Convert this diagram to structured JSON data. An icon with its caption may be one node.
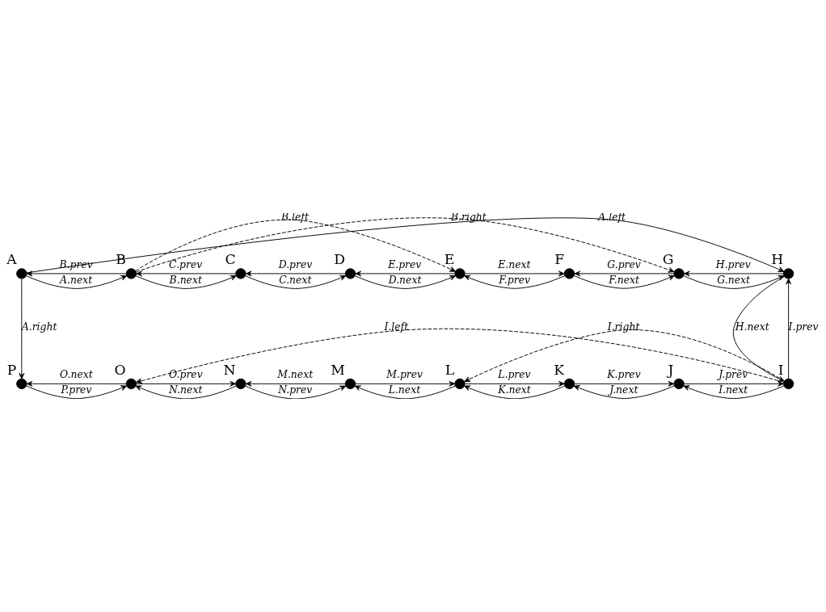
{
  "diagram": {
    "nodes": [
      {
        "text": [
          "A"
        ]
      },
      {
        "text": [
          "B"
        ]
      },
      {
        "text": [
          "C"
        ]
      },
      {
        "text": [
          "D"
        ]
      },
      {
        "text": [
          "E"
        ]
      },
      {
        "text": [
          "F"
        ]
      },
      {
        "text": [
          "G"
        ]
      },
      {
        "text": [
          "H"
        ]
      },
      {
        "text": [
          "P"
        ]
      },
      {
        "text": [
          "O"
        ]
      },
      {
        "text": [
          "N"
        ]
      },
      {
        "text": [
          "M"
        ]
      },
      {
        "text": [
          "L"
        ]
      },
      {
        "text": [
          "K"
        ]
      },
      {
        "text": [
          "J"
        ]
      },
      {
        "text": [
          "I"
        ]
      }
    ],
    "edges": [
      {
        "from": 0,
        "to": 7,
        "arrow": "to",
        "label": "A.left"
      },
      {
        "from": 1,
        "to": 6,
        "arrow": "to",
        "label": "B.right",
        "style": "dashed"
      },
      {
        "from": 1,
        "to": 4,
        "arrow": "to",
        "label": "B.left",
        "style": "dashed"
      },
      {
        "from": 0,
        "to": 1,
        "arrow": "to",
        "label": "A.next"
      },
      {
        "from": 1,
        "to": 2,
        "arrow": "to",
        "label": "B.next"
      },
      {
        "from": 2,
        "to": 3,
        "arrow": "to",
        "label": "C.next"
      },
      {
        "from": 3,
        "to": 4,
        "arrow": "to",
        "label": "D.next"
      },
      {
        "from": 4,
        "to": 5,
        "arrow": "to",
        "label": "E.next"
      },
      {
        "from": 5,
        "to": 6,
        "arrow": "to",
        "label": "F.next"
      },
      {
        "from": 6,
        "to": 7,
        "arrow": "to",
        "label": "G.next"
      },
      {
        "from": 1,
        "to": 0,
        "arrow": "to",
        "label": "B.prev"
      },
      {
        "from": 2,
        "to": 1,
        "arrow": "to",
        "label": "C.prev"
      },
      {
        "from": 3,
        "to": 2,
        "arrow": "to",
        "label": "D.prev"
      },
      {
        "from": 4,
        "to": 3,
        "arrow": "to",
        "label": "E.prev"
      },
      {
        "from": 5,
        "to": 4,
        "arrow": "to",
        "label": "F.prev"
      },
      {
        "from": 6,
        "to": 5,
        "arrow": "to",
        "label": "G.prev"
      },
      {
        "from": 7,
        "to": 6,
        "arrow": "to",
        "label": "H.prev"
      },
      {
        "from": 7,
        "to": 15,
        "arrow": "to",
        "label": "H.next"
      },
      {
        "from": 0,
        "to": 8,
        "arrow": "to",
        "label": "A.right"
      },
      {
        "from": 15,
        "to": 7,
        "arrow": "to",
        "label": "I.prev"
      },
      {
        "from": 8,
        "to": 9,
        "arrow": "to",
        "label": "P.prev"
      },
      {
        "from": 9,
        "to": 10,
        "arrow": "to",
        "label": "O.prev"
      },
      {
        "from": 10,
        "to": 11,
        "arrow": "to",
        "label": "N.prev"
      },
      {
        "from": 11,
        "to": 12,
        "arrow": "to",
        "label": "M.prev"
      },
      {
        "from": 12,
        "to": 13,
        "arrow": "to",
        "label": "L.prev"
      },
      {
        "from": 13,
        "to": 14,
        "arrow": "to",
        "label": "K.prev"
      },
      {
        "from": 14,
        "to": 15,
        "arrow": "to",
        "label": "J.prev"
      },
      {
        "from": 9,
        "to": 8,
        "arrow": "to",
        "label": "O.next"
      },
      {
        "from": 10,
        "to": 9,
        "arrow": "to",
        "label": "N.next"
      },
      {
        "from": 11,
        "to": 10,
        "arrow": "to",
        "label": "M.next"
      },
      {
        "from": 12,
        "to": 11,
        "arrow": "to",
        "label": "L.next"
      },
      {
        "from": 13,
        "to": 12,
        "arrow": "to",
        "label": "K.next"
      },
      {
        "from": 14,
        "to": 13,
        "arrow": "to",
        "label": "J.next"
      },
      {
        "from": 15,
        "to": 14,
        "arrow": "to",
        "label": "I.next"
      },
      {
        "from": 15,
        "to": 12,
        "arrow": "to",
        "label": "I.right",
        "style": "dashed"
      },
      {
        "from": 15,
        "to": 9,
        "arrow": "to",
        "label": "I.left",
        "style": "dashed"
      }
    ]
  }
}
